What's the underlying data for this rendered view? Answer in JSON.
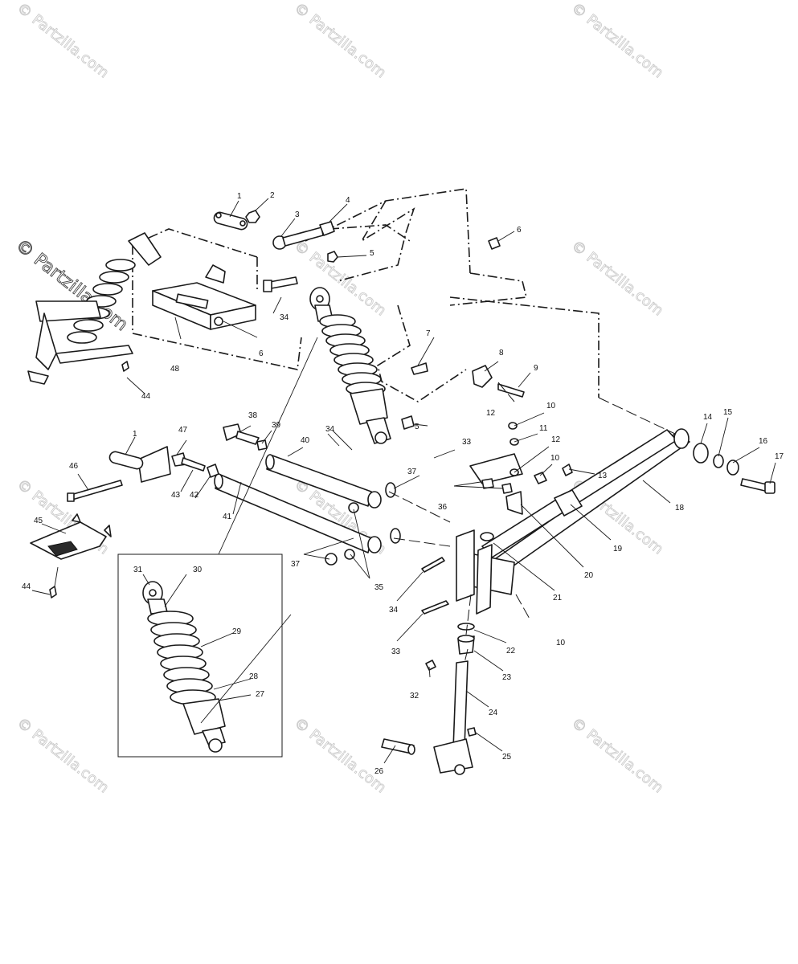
{
  "watermark": {
    "text": "© Partzilla.com"
  },
  "callouts": [
    "1",
    "2",
    "3",
    "4",
    "5",
    "6",
    "7",
    "8",
    "9",
    "10",
    "11",
    "12",
    "13",
    "14",
    "15",
    "16",
    "17",
    "18",
    "19",
    "20",
    "21",
    "22",
    "23",
    "24",
    "25",
    "26",
    "27",
    "28",
    "29",
    "30",
    "31",
    "32",
    "33",
    "34",
    "35",
    "36",
    "37",
    "38",
    "39",
    "40",
    "41",
    "42",
    "43",
    "44",
    "45",
    "46",
    "47",
    "48"
  ]
}
